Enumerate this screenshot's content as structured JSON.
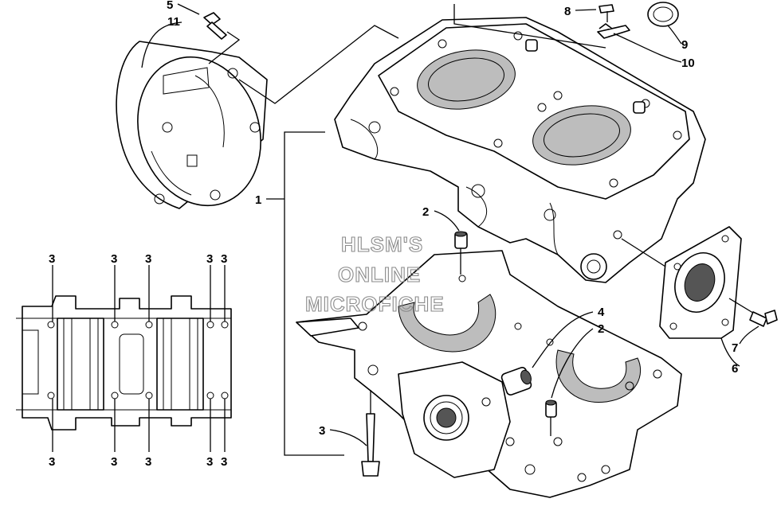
{
  "diagram": {
    "watermark": [
      "HLSM'S",
      "ONLINE",
      "MICROFICHE"
    ],
    "callouts": {
      "c5": "5",
      "c11": "11",
      "c8": "8",
      "c9": "9",
      "c10": "10",
      "c1": "1",
      "c2a": "2",
      "c2b": "2",
      "c4": "4",
      "c3b": "3",
      "c7": "7",
      "c6": "6",
      "top3": [
        "3",
        "3",
        "3",
        "3",
        "3"
      ],
      "bot3": [
        "3",
        "3",
        "3",
        "3",
        "3"
      ]
    }
  }
}
